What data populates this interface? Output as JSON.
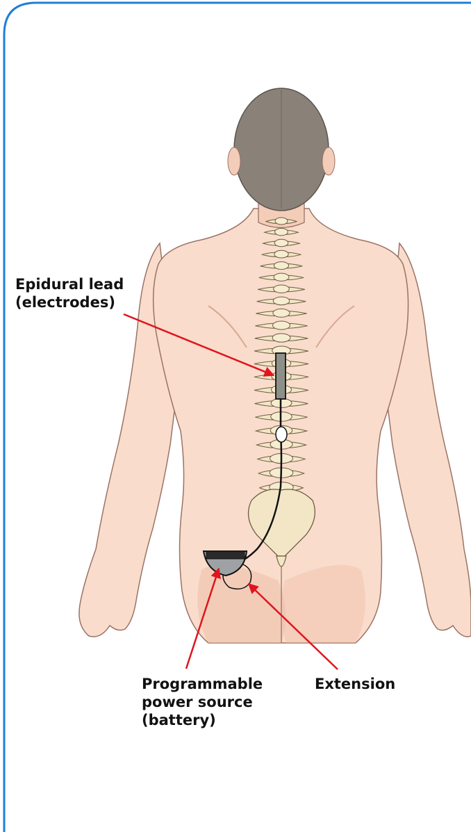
{
  "labels": {
    "epidural": "Epidural lead\n(electrodes)",
    "battery": "Programmable\npower source\n(battery)",
    "extension": "Extension"
  },
  "colors": {
    "frame": "#1f7fd6",
    "skin": "#f9dccb",
    "skin_shadow": "#efbfaa",
    "skin_outline": "#9a7366",
    "hair": "#8a8178",
    "bone": "#f2e6c7",
    "bone_outline": "#6d5c40",
    "arrow": "#e0141e",
    "lead": "#8d8f89",
    "battery": "#9ea2a4"
  }
}
